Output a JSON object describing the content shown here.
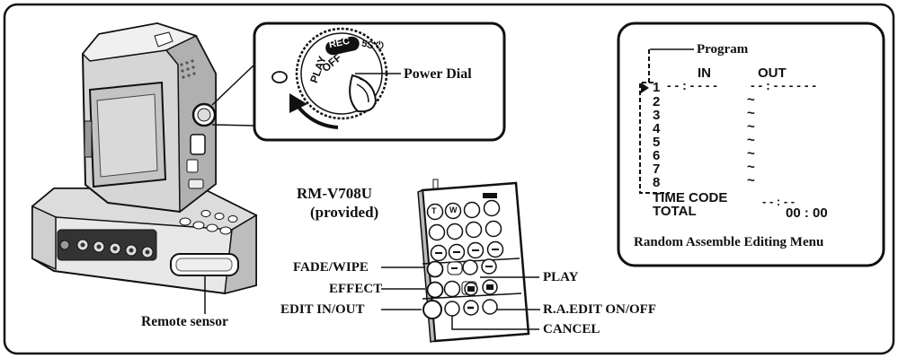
{
  "camera": {
    "remote_sensor_label": "Remote sensor"
  },
  "power_dial": {
    "label": "Power Dial",
    "positions": [
      "PLAY",
      "OFF",
      "REC",
      "5S"
    ]
  },
  "remote": {
    "model": "RM-V708U",
    "provided": "(provided)",
    "callouts": {
      "fade_wipe": "FADE/WIPE",
      "effect": "EFFECT",
      "edit_in_out": "EDIT IN/OUT",
      "play": "PLAY",
      "ra_edit": "R.A.EDIT ON/OFF",
      "cancel": "CANCEL"
    },
    "button_letters": {
      "tele": "T",
      "wide": "W"
    }
  },
  "menu_screen": {
    "program_label": "Program",
    "in_header": "IN",
    "out_header": "OUT",
    "first_row_in": "- - : - - - -",
    "first_row_out": "- - : - -  - -  - -",
    "rows": [
      "1",
      "2",
      "3",
      "4",
      "5",
      "6",
      "7",
      "8"
    ],
    "tilde": "~",
    "time_code_label": "TIME CODE",
    "time_code_value": "- - : - -",
    "total_label": "TOTAL",
    "total_value": "00 : 00",
    "caption": "Random Assemble Editing Menu"
  }
}
